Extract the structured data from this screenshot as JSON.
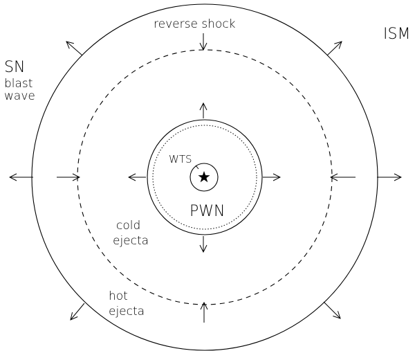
{
  "labels": {
    "reverse_shock": "reverse shock",
    "ism": "ISM",
    "sn": "SN",
    "blast": "blast",
    "wave": "wave",
    "wts": "WTS",
    "pwn": "PWN",
    "cold": "cold",
    "cold_ejecta": "ejecta",
    "hot": "hot",
    "hot_ejecta": "ejecta"
  },
  "colors": {
    "line": "#000000",
    "background": "#ffffff"
  },
  "icons": {
    "central_star": "star-icon"
  }
}
